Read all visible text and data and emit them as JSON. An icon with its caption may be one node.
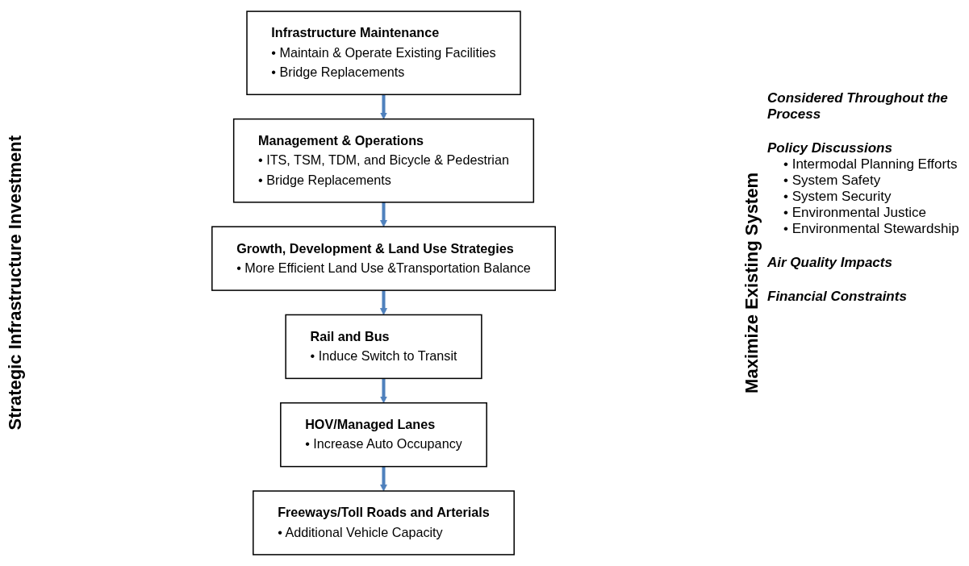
{
  "diagram": {
    "nodes": [
      {
        "text": [
          "Infrastructure Maintenance",
          "• Maintain & Operate Existing Facilities",
          "• Bridge Replacements"
        ]
      },
      {
        "text": [
          "Management & Operations",
          "• ITS, TSM, TDM, and Bicycle & Pedestrian",
          "• Bridge Replacements"
        ]
      },
      {
        "text": [
          "Growth, Development & Land Use Strategies",
          "• More Efficient Land Use &Transportation Balance"
        ]
      },
      {
        "text": [
          "Rail and Bus",
          "• Induce Switch to Transit"
        ]
      },
      {
        "text": [
          "HOV/Managed Lanes",
          "• Increase Auto Occupancy"
        ]
      },
      {
        "text": [
          "Freeways/Toll Roads and Arterials",
          "• Additional Vehicle Capacity"
        ]
      }
    ],
    "edges": [
      {
        "from": 0,
        "to": 1,
        "arrow": "to"
      },
      {
        "from": 1,
        "to": 2,
        "arrow": "to"
      },
      {
        "from": 2,
        "to": 3,
        "arrow": "to"
      },
      {
        "from": 3,
        "to": 4,
        "arrow": "to"
      },
      {
        "from": 4,
        "to": 5,
        "arrow": "to"
      }
    ],
    "labels": [
      "Maximize Existing System",
      "Strategic Infrastructure Investment",
      "Considered Throughout the Process",
      "Policy Discussions",
      "• Intermodal Planning Efforts",
      "• System Safety",
      "• System Security",
      "• Environmental Justice",
      "• Environmental Stewardship",
      "Air Quality Impacts",
      "Financial Constraints"
    ]
  }
}
